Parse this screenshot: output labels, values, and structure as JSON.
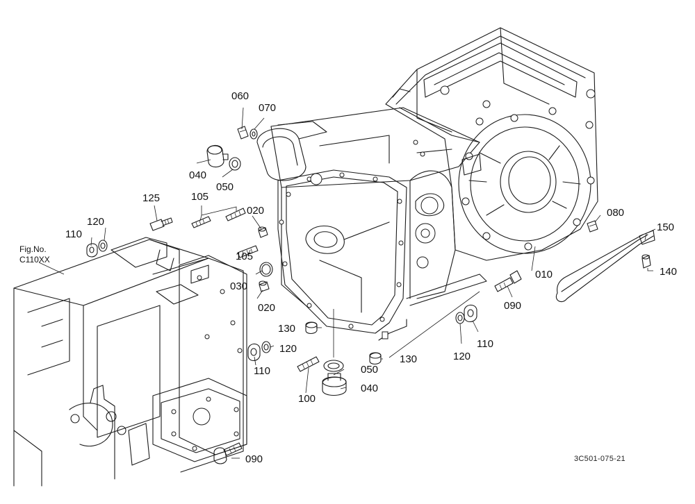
{
  "figure_reference": {
    "line1": "Fig.No.",
    "line2": "C110XX"
  },
  "drawing_code": "3C501-075-21",
  "callouts": [
    {
      "id": "010",
      "text": "010"
    },
    {
      "id": "020a",
      "text": "020"
    },
    {
      "id": "020b",
      "text": "020"
    },
    {
      "id": "030",
      "text": "030"
    },
    {
      "id": "040a",
      "text": "040"
    },
    {
      "id": "040b",
      "text": "040"
    },
    {
      "id": "050a",
      "text": "050"
    },
    {
      "id": "050b",
      "text": "050"
    },
    {
      "id": "060",
      "text": "060"
    },
    {
      "id": "070",
      "text": "070"
    },
    {
      "id": "080",
      "text": "080"
    },
    {
      "id": "090a",
      "text": "090"
    },
    {
      "id": "090b",
      "text": "090"
    },
    {
      "id": "100",
      "text": "100"
    },
    {
      "id": "105a",
      "text": "105"
    },
    {
      "id": "105b",
      "text": "105"
    },
    {
      "id": "110a",
      "text": "110"
    },
    {
      "id": "110b",
      "text": "110"
    },
    {
      "id": "110c",
      "text": "110"
    },
    {
      "id": "120a",
      "text": "120"
    },
    {
      "id": "120b",
      "text": "120"
    },
    {
      "id": "120c",
      "text": "120"
    },
    {
      "id": "125",
      "text": "125"
    },
    {
      "id": "130a",
      "text": "130"
    },
    {
      "id": "130b",
      "text": "130"
    },
    {
      "id": "140",
      "text": "140"
    },
    {
      "id": "150",
      "text": "150"
    }
  ]
}
